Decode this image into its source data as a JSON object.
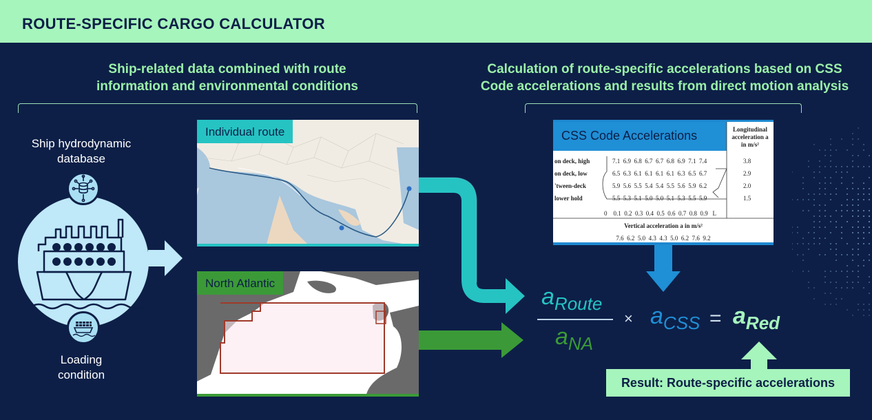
{
  "header": {
    "title": "ROUTE-SPECIFIC CARGO CALCULATOR"
  },
  "headings": {
    "left_line1": "Ship-related data combined with route",
    "left_line2": "information and environmental conditions",
    "right_line1": "Calculation of route-specific accelerations based on CSS",
    "right_line2": "Code accelerations and results from direct motion analysis"
  },
  "left": {
    "db_line1": "Ship hydrodynamic",
    "db_line2": "database",
    "load_line1": "Loading",
    "load_line2": "condition"
  },
  "panels": {
    "route_label": "Individual route",
    "atlantic_label": "North Atlantic"
  },
  "css_table": {
    "label": "CSS Code Accelerations",
    "long_header_line1": "Longitudinal",
    "long_header_line2": "acceleration a",
    "long_header_line3": "in m/s²",
    "rows": [
      {
        "name": "on deck, high",
        "values": "7.1  6.9  6.8  6.7  6.7  6.8  6.9  7.1  7.4",
        "long": "3.8"
      },
      {
        "name": "on deck, low",
        "values": "6.5  6.3  6.1  6.1  6.1  6.1  6.3  6.5  6.7",
        "long": "2.9"
      },
      {
        "name": "'tween-deck",
        "values": "5.9  5.6  5.5  5.4  5.4  5.5  5.6  5.9  6.2",
        "long": "2.0"
      },
      {
        "name": "lower hold",
        "values": "5.5  5.3  5.1  5.0  5.0  5.1  5.3  5.5  5.9",
        "long": "1.5"
      }
    ],
    "x_axis": "0    0.1  0.2  0.3  0.4  0.5  0.6  0.7  0.8  0.9   L",
    "vertical_label": "Vertical acceleration a",
    "vertical_unit": " in m/s²",
    "vertical_values": "7.6  6.2  5.0  4.3  4.3  5.0  6.2  7.6  9.2"
  },
  "formula": {
    "a1": "a",
    "s1": "Route",
    "a2": "a",
    "s2": "NA",
    "times": "×",
    "a3": "a",
    "s3": "CSS",
    "equals": "=",
    "a4": "a",
    "s4": "Red"
  },
  "result": {
    "label": "Result: Route-specific accelerations"
  },
  "colors": {
    "background": "#0d1f47",
    "header": "#a6f5bc",
    "heading_text": "#9bf0a8",
    "route_arrow": "#26c3c3",
    "atlantic_arrow": "#3b9a37",
    "css_arrow": "#1f8fd6",
    "result_arrow": "#a6f5bc"
  }
}
